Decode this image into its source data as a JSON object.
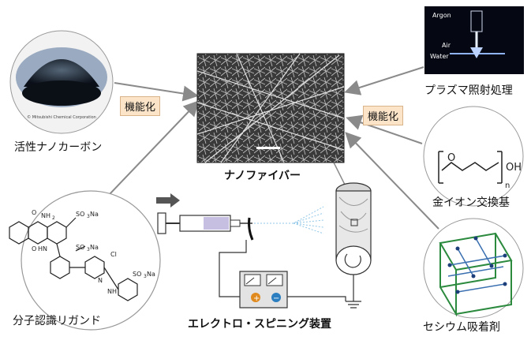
{
  "labels": {
    "center": "ナノファイバー",
    "activated_carbon": "活性ナノカーボン",
    "plasma": "プラズマ照射処理",
    "gold_ion": "金イオン交換基",
    "ligand": "分子認識リガンド",
    "cesium": "セシウム吸着剤",
    "electrospinning": "エレクトロ・スピニング装置"
  },
  "functionalization_tags": [
    "機能化",
    "機能化"
  ],
  "plasma_photo_text": {
    "argon": "Argon",
    "air": "Air",
    "water": "Water"
  },
  "carbon_photo_caption": "© Mitsubishi Chemical Corporation",
  "peg_formula": {
    "o": "O",
    "oh": "OH",
    "subscript": "n"
  },
  "ligand_formula": {
    "nh2": "NH",
    "nh2_sub": "2",
    "so3na_1": "SO",
    "so3na_1_sub": "3",
    "so3na_1_suffix": "Na",
    "so3na_2": "SO",
    "so3na_2_sub": "3",
    "so3na_2_suffix": "Na",
    "so3na_3": "SO",
    "so3na_3_sub": "3",
    "so3na_3_suffix": "Na",
    "cl": "Cl",
    "n": "N",
    "hn": "HN",
    "nh": "NH",
    "o_top": "O",
    "o_bottom": "O"
  },
  "power_supply": {
    "plus": "+",
    "minus": "−"
  },
  "colors": {
    "arrow": "#8a8a8a",
    "tag_bg": "#fce4c8",
    "plus_terminal": "#e08a1e",
    "minus_terminal": "#2b7fc0"
  }
}
